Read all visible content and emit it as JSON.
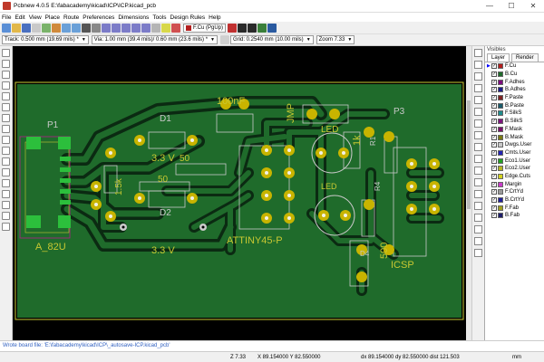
{
  "window": {
    "title": "Pcbnew 4.0.5 E:\\fabacademy\\kicad\\ICP\\ICP.kicad_pcb",
    "minimize": "—",
    "maximize": "☐",
    "close": "✕"
  },
  "menu": [
    "File",
    "Edit",
    "View",
    "Place",
    "Route",
    "Preferences",
    "Dimensions",
    "Tools",
    "Design Rules",
    "Help"
  ],
  "toolbar": {
    "active_layer": "F.Cu (PgUp)",
    "track": "Track: 0.500 mm (19.69 mils) *",
    "via": "Via: 1.00 mm (39.4 mils)/ 0.60 mm (23.6 mils) *",
    "grid": "Grid: 0.2540 mm (10.00 mils)",
    "zoom": "Zoom 7.33"
  },
  "layers_panel": {
    "heading": "Visibles",
    "tabs": [
      "Layer",
      "Render"
    ],
    "layers": [
      {
        "name": "F.Cu",
        "color": "#b41e1e",
        "selected": true
      },
      {
        "name": "B.Cu",
        "color": "#1f6b2b",
        "selected": false
      },
      {
        "name": "F.Adhes",
        "color": "#7d0c7d",
        "selected": false
      },
      {
        "name": "B.Adhes",
        "color": "#1c1c8a",
        "selected": false
      },
      {
        "name": "F.Paste",
        "color": "#7d2222",
        "selected": false
      },
      {
        "name": "B.Paste",
        "color": "#1a5b6b",
        "selected": false
      },
      {
        "name": "F.SilkS",
        "color": "#1e8c8c",
        "selected": false
      },
      {
        "name": "B.SilkS",
        "color": "#7d147d",
        "selected": false
      },
      {
        "name": "F.Mask",
        "color": "#7a0f6b",
        "selected": false
      },
      {
        "name": "B.Mask",
        "color": "#7a7a12",
        "selected": false
      },
      {
        "name": "Dwgs.User",
        "color": "#c8c8c8",
        "selected": false
      },
      {
        "name": "Cmts.User",
        "color": "#2222b4",
        "selected": false
      },
      {
        "name": "Eco1.User",
        "color": "#22a022",
        "selected": false
      },
      {
        "name": "Eco2.User",
        "color": "#b4b422",
        "selected": false
      },
      {
        "name": "Edge.Cuts",
        "color": "#d2d21e",
        "selected": false
      },
      {
        "name": "Margin",
        "color": "#c83cc8",
        "selected": false
      },
      {
        "name": "F.CrtYd",
        "color": "#9a9a9a",
        "selected": false
      },
      {
        "name": "B.CrtYd",
        "color": "#1f1f9a",
        "selected": false
      },
      {
        "name": "F.Fab",
        "color": "#a0a01e",
        "selected": false
      },
      {
        "name": "B.Fab",
        "color": "#1e1e6a",
        "selected": false
      }
    ]
  },
  "pcb": {
    "labels": [
      {
        "id": "p1",
        "text": "P1"
      },
      {
        "id": "a82u",
        "text": "A_82U"
      },
      {
        "id": "d1",
        "text": "D1"
      },
      {
        "id": "d2",
        "text": "D2"
      },
      {
        "id": "v33a",
        "text": "3.3 V"
      },
      {
        "id": "v33b",
        "text": "3.3 V"
      },
      {
        "id": "r15k",
        "text": "1.5k"
      },
      {
        "id": "r50a",
        "text": "50"
      },
      {
        "id": "r50b",
        "text": "50"
      },
      {
        "id": "c100nf",
        "text": "100nF"
      },
      {
        "id": "attiny",
        "text": "ATTINY45-P"
      },
      {
        "id": "jmp",
        "text": "JMP"
      },
      {
        "id": "led",
        "text": "LED"
      },
      {
        "id": "r1k",
        "text": "1k"
      },
      {
        "id": "r500",
        "text": "500"
      },
      {
        "id": "p3",
        "text": "P3"
      },
      {
        "id": "icsp",
        "text": "ICSP"
      },
      {
        "id": "r1",
        "text": "R1"
      },
      {
        "id": "r4",
        "text": "R4"
      },
      {
        "id": "d4",
        "text": "D4"
      },
      {
        "id": "led2",
        "text": "LED"
      }
    ]
  },
  "message": "Wrote board file: 'E:\\fabacademy\\kicad\\ICP\\_autosave-ICP.kicad_pcb'",
  "status": {
    "zoom": "Z 7.33",
    "xy": "X 89.154000  Y 82.550000",
    "dxdy": "dx 89.154000  dy 82.550000  dist 121.503",
    "units": "mm"
  }
}
